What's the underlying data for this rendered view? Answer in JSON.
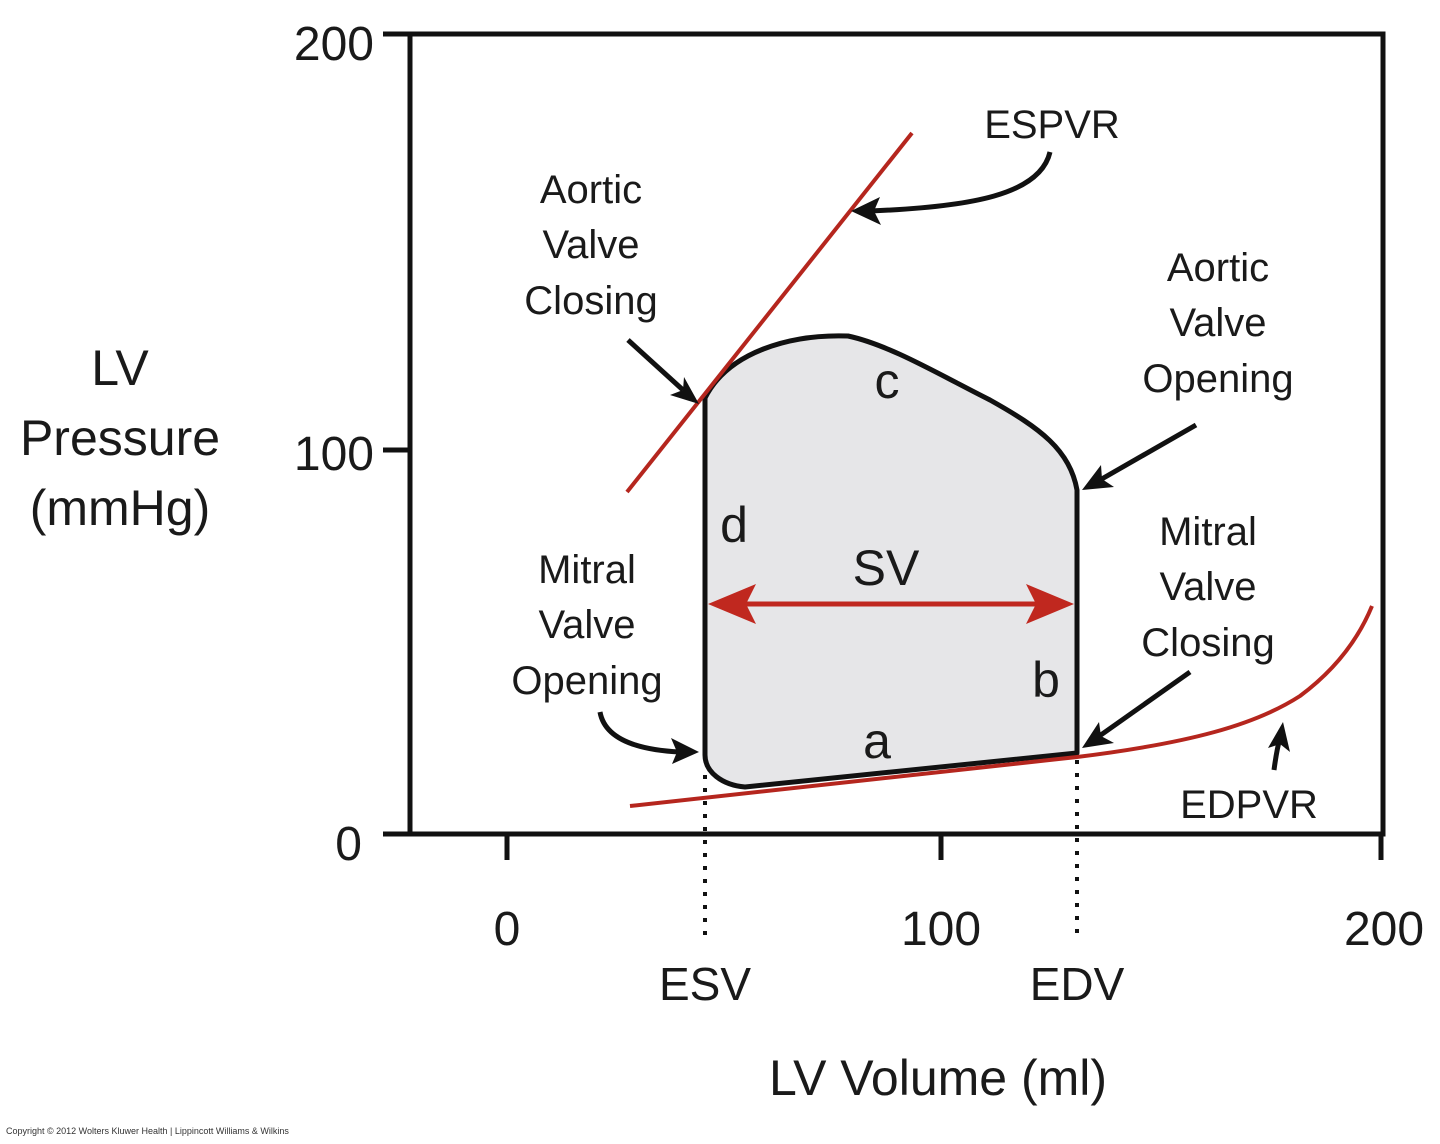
{
  "axes": {
    "y_title_lines": [
      "LV",
      "Pressure",
      "(mmHg)"
    ],
    "x_title": "LV Volume (ml)",
    "y_ticks": [
      "200",
      "100",
      "0"
    ],
    "x_ticks": [
      "0",
      "100",
      "200"
    ],
    "x_range": [
      -30,
      200
    ],
    "y_range": [
      0,
      200
    ]
  },
  "curves": {
    "espvr_label": "ESPVR",
    "edpvr_label": "EDPVR",
    "espvr_color": "#b5261e",
    "edpvr_color": "#b5261e"
  },
  "loop": {
    "phase_a": "a",
    "phase_b": "b",
    "phase_c": "c",
    "phase_d": "d",
    "sv_label": "SV",
    "fill_color": "#e6e6e8",
    "stroke_color": "#111111",
    "sv_arrow_color": "#c0281f"
  },
  "volume_markers": {
    "esv": "ESV",
    "edv": "EDV"
  },
  "annotations": {
    "aortic_valve_closing": [
      "Aortic",
      "Valve",
      "Closing"
    ],
    "aortic_valve_opening": [
      "Aortic",
      "Valve",
      "Opening"
    ],
    "mitral_valve_opening": [
      "Mitral",
      "Valve",
      "Opening"
    ],
    "mitral_valve_closing": [
      "Mitral",
      "Valve",
      "Closing"
    ]
  },
  "copyright": "Copyright © 2012 Wolters Kluwer Health | Lippincott Williams & Wilkins"
}
